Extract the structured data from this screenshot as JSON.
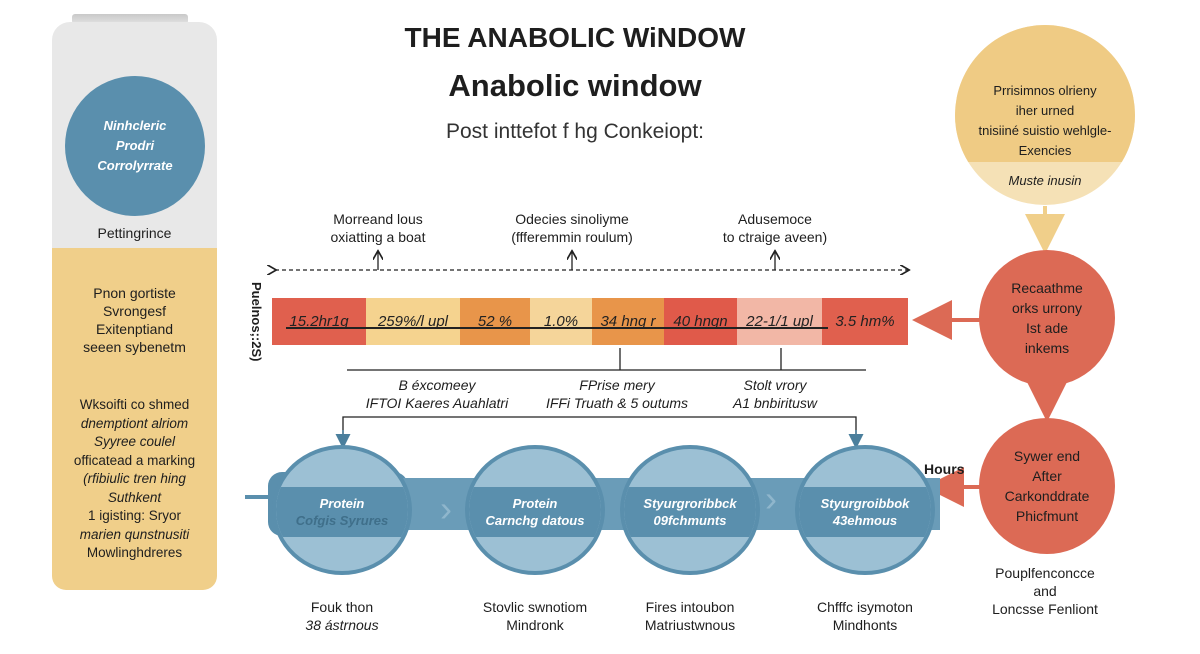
{
  "title": "THE ANABOLIC WiNDOW",
  "subtitle": "Anabolic window",
  "tagline": "Post inttefot f hg Conkeiopt:",
  "bottle": {
    "circle_lines": [
      "Ninhcleric",
      "Prodri",
      "Corrolyrrate"
    ],
    "label": "Pettingrince",
    "block1": [
      "Pnon gortiste",
      "Svrongesf",
      "Exitenptiand",
      "seeen sybenetm"
    ],
    "block2": [
      "Wksoifti co shmed",
      "dnemptiont alriom",
      "Syyree coulel",
      "officatead a marking",
      "(rfibiulic tren hing",
      "Suthkent",
      "1 igisting: Sryor",
      "marien qunstnusiti",
      "Mowlinghdreres"
    ]
  },
  "top_labels": [
    [
      "Morreand lous",
      "oxiatting a boat"
    ],
    [
      "Odecies sinoliyme",
      "(ffferemmin roulum)"
    ],
    [
      "Adusemoce",
      "to ctraige aveen)"
    ]
  ],
  "axis_label": "Puelnos;:2S)",
  "bar": {
    "segments": [
      {
        "value": "15.2hr1g",
        "color": "#e0604e"
      },
      {
        "value": "259%/l upl",
        "color": "#f5d38f"
      },
      {
        "value": "52 %",
        "color": "#e8954a"
      },
      {
        "value": "1.0%",
        "color": "#f5d59a"
      },
      {
        "value": "34 hng r",
        "color": "#e8954a"
      },
      {
        "value": "40 hngn",
        "color": "#e05a4a"
      },
      {
        "value": "22-1/1 upl",
        "color": "#f2b7a6"
      },
      {
        "value": "3.5 hm%",
        "color": "#e0604e"
      }
    ]
  },
  "mid_labels": [
    [
      "B éxcomeey",
      "IFTOI Kaeres Auahlatri"
    ],
    [
      "FPrise mery",
      "IFFi Truath & 5 outums"
    ],
    [
      "Stolt vrory",
      "A1 bnbiritusw"
    ]
  ],
  "stages": [
    {
      "title": "Protein",
      "sub": "Cofgis Syrures",
      "below": [
        "Fouk thon",
        "38 ástrnous"
      ]
    },
    {
      "title": "Protein",
      "sub": "Carnchg datous",
      "below": [
        "Stovlic swnotiom",
        "Mindronk"
      ]
    },
    {
      "title": "Styurgroribbck",
      "sub": "09fchmunts",
      "below": [
        "Fires intoubon",
        "Matriustwnous"
      ]
    },
    {
      "title": "Styurgroibbok",
      "sub": "43ehmous",
      "below": [
        "Chfffc isymoton",
        "Mindhonts"
      ]
    }
  ],
  "right": {
    "yellow_top": [
      "Prrisimnos olrieny",
      "iher urned",
      "tnisiiné suistio wehlgle-",
      "Exencies"
    ],
    "yellow_bottom": "Muste inusin",
    "red1": [
      "Recaathme",
      "orks urrony",
      "Ist ade",
      "inkems"
    ],
    "red2": [
      "Sywer end",
      "After",
      "Carkonddrate",
      "Phicfmunt"
    ],
    "hours": "Hours",
    "bottom": [
      "Pouplfenconcce",
      "and",
      "Loncsse Fenliont"
    ]
  },
  "colors": {
    "blue": "#5a8fad",
    "light_blue": "#9cc0d4",
    "yellow": "#f0cf8a",
    "red": "#dc6a55"
  }
}
